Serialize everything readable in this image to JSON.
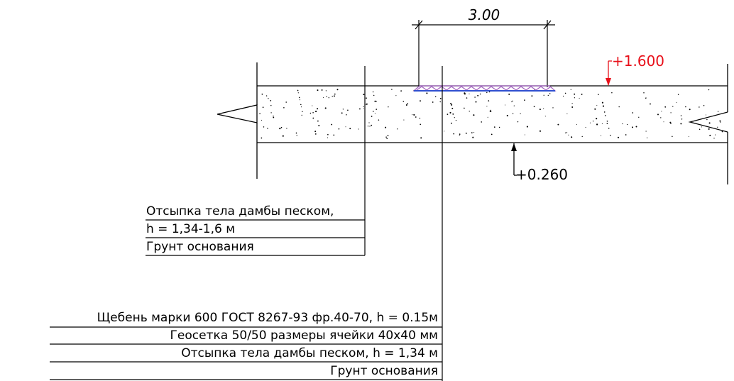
{
  "dimension": {
    "value": "3.00"
  },
  "levels": {
    "top": {
      "value": "+1.600",
      "color": "#e8101a"
    },
    "bottom": {
      "value": "+0.260",
      "color": "#000000"
    }
  },
  "callout_left": {
    "lines": [
      "Отсыпка тела дамбы песком,",
      "h = 1,34-1,6 м",
      "Грунт основания"
    ]
  },
  "callout_right": {
    "lines": [
      "Щебень марки 600 ГОСТ 8267-93 фр.40-70, h = 0.15м",
      "Геосетка 50/50 размеры ячейки 40х40 мм",
      "Отсыпка тела дамбы песком, h = 1,34 м",
      "Грунт основания"
    ]
  },
  "colors": {
    "geogrid": "#a060c0",
    "geogrid_base": "#3050d0",
    "stroke": "#000000"
  }
}
